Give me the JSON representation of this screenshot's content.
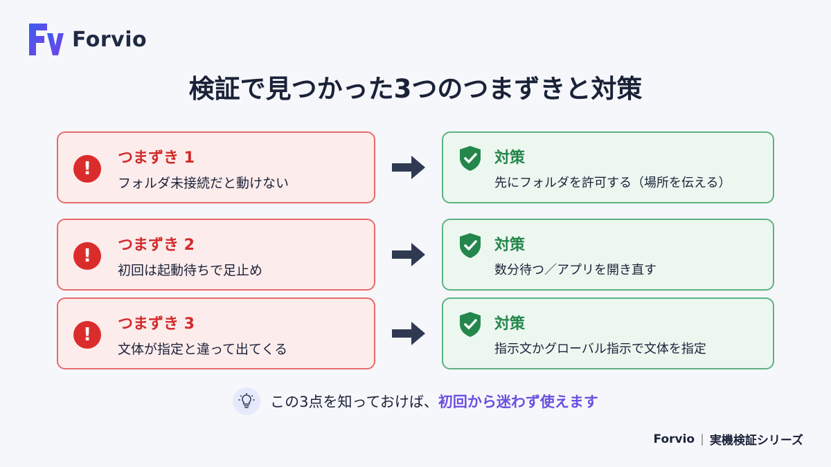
{
  "brand": {
    "name": "Forvio",
    "logo_colors": [
      "#3a5ef0",
      "#7b3fe4"
    ]
  },
  "title": "検証で見つかった3つのつまずきと対策",
  "rows": [
    {
      "problem": {
        "label": "つまずき 1",
        "text": "フォルダ未接続だと動けない"
      },
      "solution": {
        "label": "対策",
        "text": "先にフォルダを許可する（場所を伝える）"
      }
    },
    {
      "problem": {
        "label": "つまずき 2",
        "text": "初回は起動待ちで足止め"
      },
      "solution": {
        "label": "対策",
        "text": "数分待つ／アプリを開き直す"
      }
    },
    {
      "problem": {
        "label": "つまずき 3",
        "text": "文体が指定と違って出てくる"
      },
      "solution": {
        "label": "対策",
        "text": "指示文かグローバル指示で文体を指定"
      }
    }
  ],
  "tip": {
    "text": "この3点を知っておけば、",
    "highlight": "初回から迷わず使えます"
  },
  "footer": {
    "brand": "Forvio",
    "separator": "|",
    "series": "実機検証シリーズ"
  },
  "colors": {
    "problem": "#d22a2a",
    "solution": "#24864b",
    "highlight": "#6b4fe0",
    "arrow": "#2f3a52"
  },
  "icons": {
    "problem": "exclamation-circle-icon",
    "solution": "shield-check-icon",
    "connector": "arrow-right-icon",
    "tip": "lightbulb-icon"
  }
}
